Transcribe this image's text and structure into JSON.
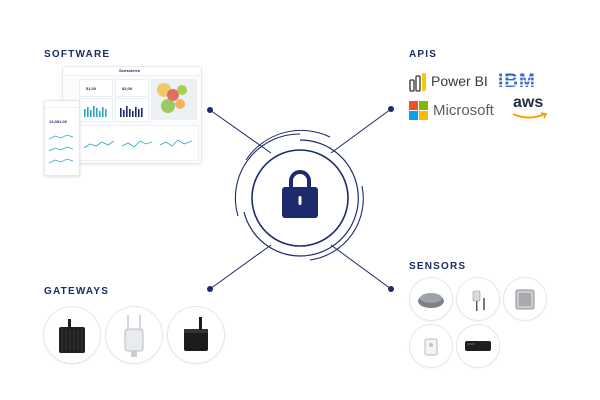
{
  "sections": {
    "software": "SOFTWARE",
    "apis": "APIS",
    "sensors": "SENSORS",
    "gateways": "GATEWAYS"
  },
  "software_mockup": {
    "brand": "Sensoterra",
    "kpis": [
      "51,00",
      "83,00",
      "13,081.00"
    ]
  },
  "apis": {
    "powerbi": "Power BI",
    "ibm": "IBM",
    "microsoft": "Microsoft",
    "aws": "aws"
  },
  "colors": {
    "primary": "#1d2a6b",
    "accent_blue": "#2f68c7",
    "teal": "#29a8c4",
    "ms_red": "#f25022",
    "ms_green": "#7fba00",
    "ms_blue": "#00a4ef",
    "ms_yellow": "#ffb900",
    "aws_orange": "#ff9900",
    "powerbi_yellow": "#f2c811"
  },
  "icons": {
    "hub": "padlock-icon",
    "gateways": [
      "black-gateway-icon",
      "antenna-gateway-icon",
      "compact-gateway-icon"
    ],
    "sensors": [
      "round-sensor-icon",
      "probe-sensor-icon",
      "box-sensor-icon",
      "mini-sensor-icon",
      "bar-sensor-icon"
    ]
  }
}
